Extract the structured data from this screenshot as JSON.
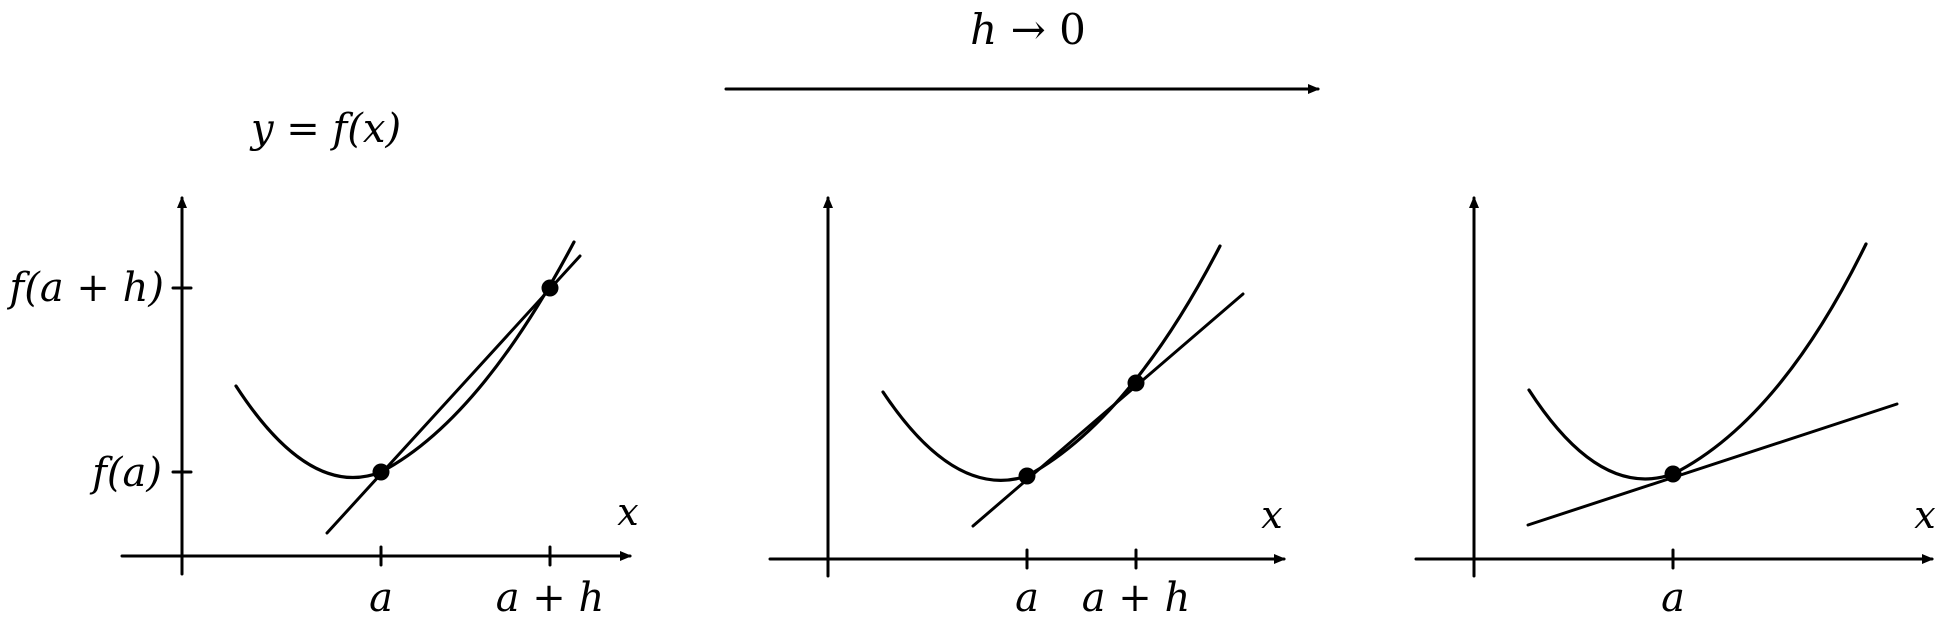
{
  "header": {
    "limit_label": "h → 0",
    "function_label": "y = f(x)"
  },
  "labels": {
    "x_axis": "x",
    "a": "a",
    "a_plus_h": "a + h",
    "f_a": "f(a)",
    "f_a_plus_h": "f(a + h)"
  },
  "panels": [
    {
      "id": "secant-wide",
      "h": 1.0,
      "line": "secant"
    },
    {
      "id": "secant-narrow",
      "h": 0.6,
      "line": "secant"
    },
    {
      "id": "tangent",
      "h": 0,
      "line": "tangent"
    }
  ],
  "colors": {
    "stroke": "#000000",
    "background": "#ffffff"
  }
}
